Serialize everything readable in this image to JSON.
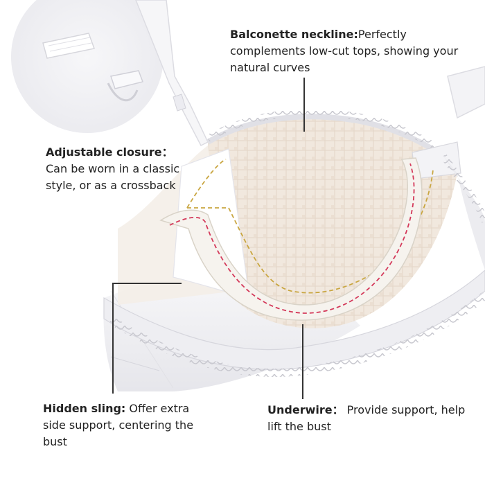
{
  "callouts": {
    "balconette": {
      "title": "Balconette neckline:",
      "body": "Perfectly complements low-cut tops, showing your natural curves"
    },
    "adjustable": {
      "title": "Adjustable closure：",
      "body": "Can be worn in a classic style, or as a crossback"
    },
    "sling": {
      "title": "Hidden sling:",
      "body": "  Offer extra side support, centering the bust"
    },
    "underwire": {
      "title": "Underwire：",
      "body": "  Provide support, help lift the bust"
    }
  },
  "colors": {
    "background": "#ffffff",
    "fabric": "#f4f4f6",
    "mesh": "#efe6dc",
    "lace_trim": "#e8e8ec",
    "stitch_yellow": "#c9a640",
    "stitch_red": "#d4395a",
    "leader_line": "#333333"
  }
}
